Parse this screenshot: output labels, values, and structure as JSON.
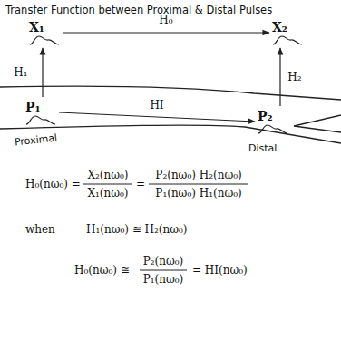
{
  "diagram": {
    "title": "Transfer Function between Proximal & Distal Pulses",
    "nodes": [
      {
        "text": [
          "X₁"
        ]
      },
      {
        "text": [
          "X₂"
        ]
      },
      {
        "text": [
          "P₁"
        ]
      },
      {
        "text": [
          "P₂"
        ]
      }
    ],
    "edges": [
      {
        "from": 0,
        "to": 1,
        "arrow": "to",
        "label": "H₀"
      },
      {
        "from": 2,
        "to": 0,
        "arrow": "to",
        "label": "H₁"
      },
      {
        "from": 2,
        "to": 3,
        "arrow": "to",
        "label": "HI"
      },
      {
        "from": 3,
        "to": 1,
        "arrow": "to",
        "label": "H₂"
      }
    ],
    "labels": [
      "H₀(nω₀) =",
      "X₂(nω₀)",
      "X₁(nω₀)",
      "=",
      "P₂(nω₀) H₂(nω₀)",
      "P₁(nω₀) H₁(nω₀)",
      "when",
      "H₁(nω₀) ≅ H₂(nω₀)",
      "H₀(nω₀) ≅",
      "P₂(nω₀)",
      "P₁(nω₀)",
      "= HI(nω₀)",
      "Proximal",
      "Distal"
    ]
  }
}
